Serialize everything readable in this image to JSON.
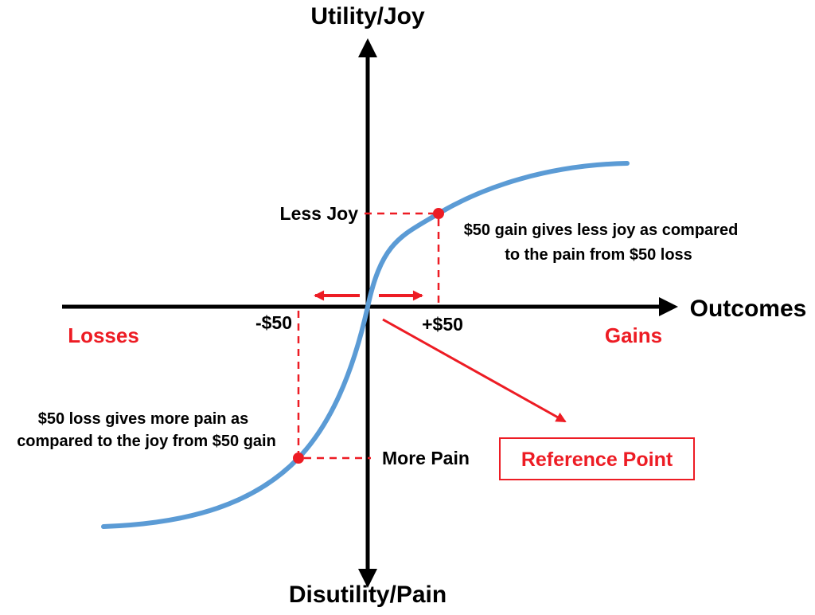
{
  "colors": {
    "curve_blue": "#5b9bd5",
    "accent_red": "#ed1c24",
    "axis_black": "#000000"
  },
  "axes": {
    "y_top_label": "Utility/Joy",
    "y_bottom_label": "Disutility/Pain",
    "x_right_label": "Outcomes",
    "losses_label": "Losses",
    "gains_label": "Gains",
    "neg_tick_label": "-$50",
    "pos_tick_label": "+$50"
  },
  "points": {
    "gain_label": "Less Joy",
    "loss_label": "More Pain"
  },
  "annotations": {
    "gain_note_line1": "$50 gain gives less joy as compared",
    "gain_note_line2": "to the pain from $50 loss",
    "loss_note_line1": "$50 loss gives more pain as",
    "loss_note_line2": "compared to the joy from $50 gain",
    "reference_point_label": "Reference Point"
  },
  "chart_data": {
    "type": "line",
    "xlabel": "Outcomes",
    "x_negative_region": "Losses",
    "x_positive_region": "Gains",
    "y_positive_label": "Utility/Joy",
    "y_negative_label": "Disutility/Pain",
    "curve_shape": "s-curve through origin, steeper for losses than gains",
    "reference_point": "Reference Point at origin",
    "marked_points": [
      {
        "x": "+$50",
        "label": "Less Joy"
      },
      {
        "x": "-$50",
        "label": "More Pain"
      }
    ],
    "notes": [
      "$50 gain gives less joy as compared to the pain from $50 loss",
      "$50 loss gives more pain as compared to the joy from $50 gain"
    ]
  }
}
